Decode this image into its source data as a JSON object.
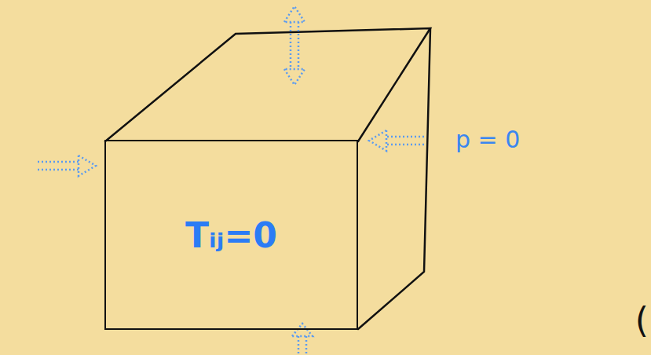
{
  "diagram": {
    "nodes": [
      {
        "text": [
          "Tᵢⱼ=0"
        ]
      }
    ],
    "labels": [
      "p = 0",
      "("
    ]
  }
}
